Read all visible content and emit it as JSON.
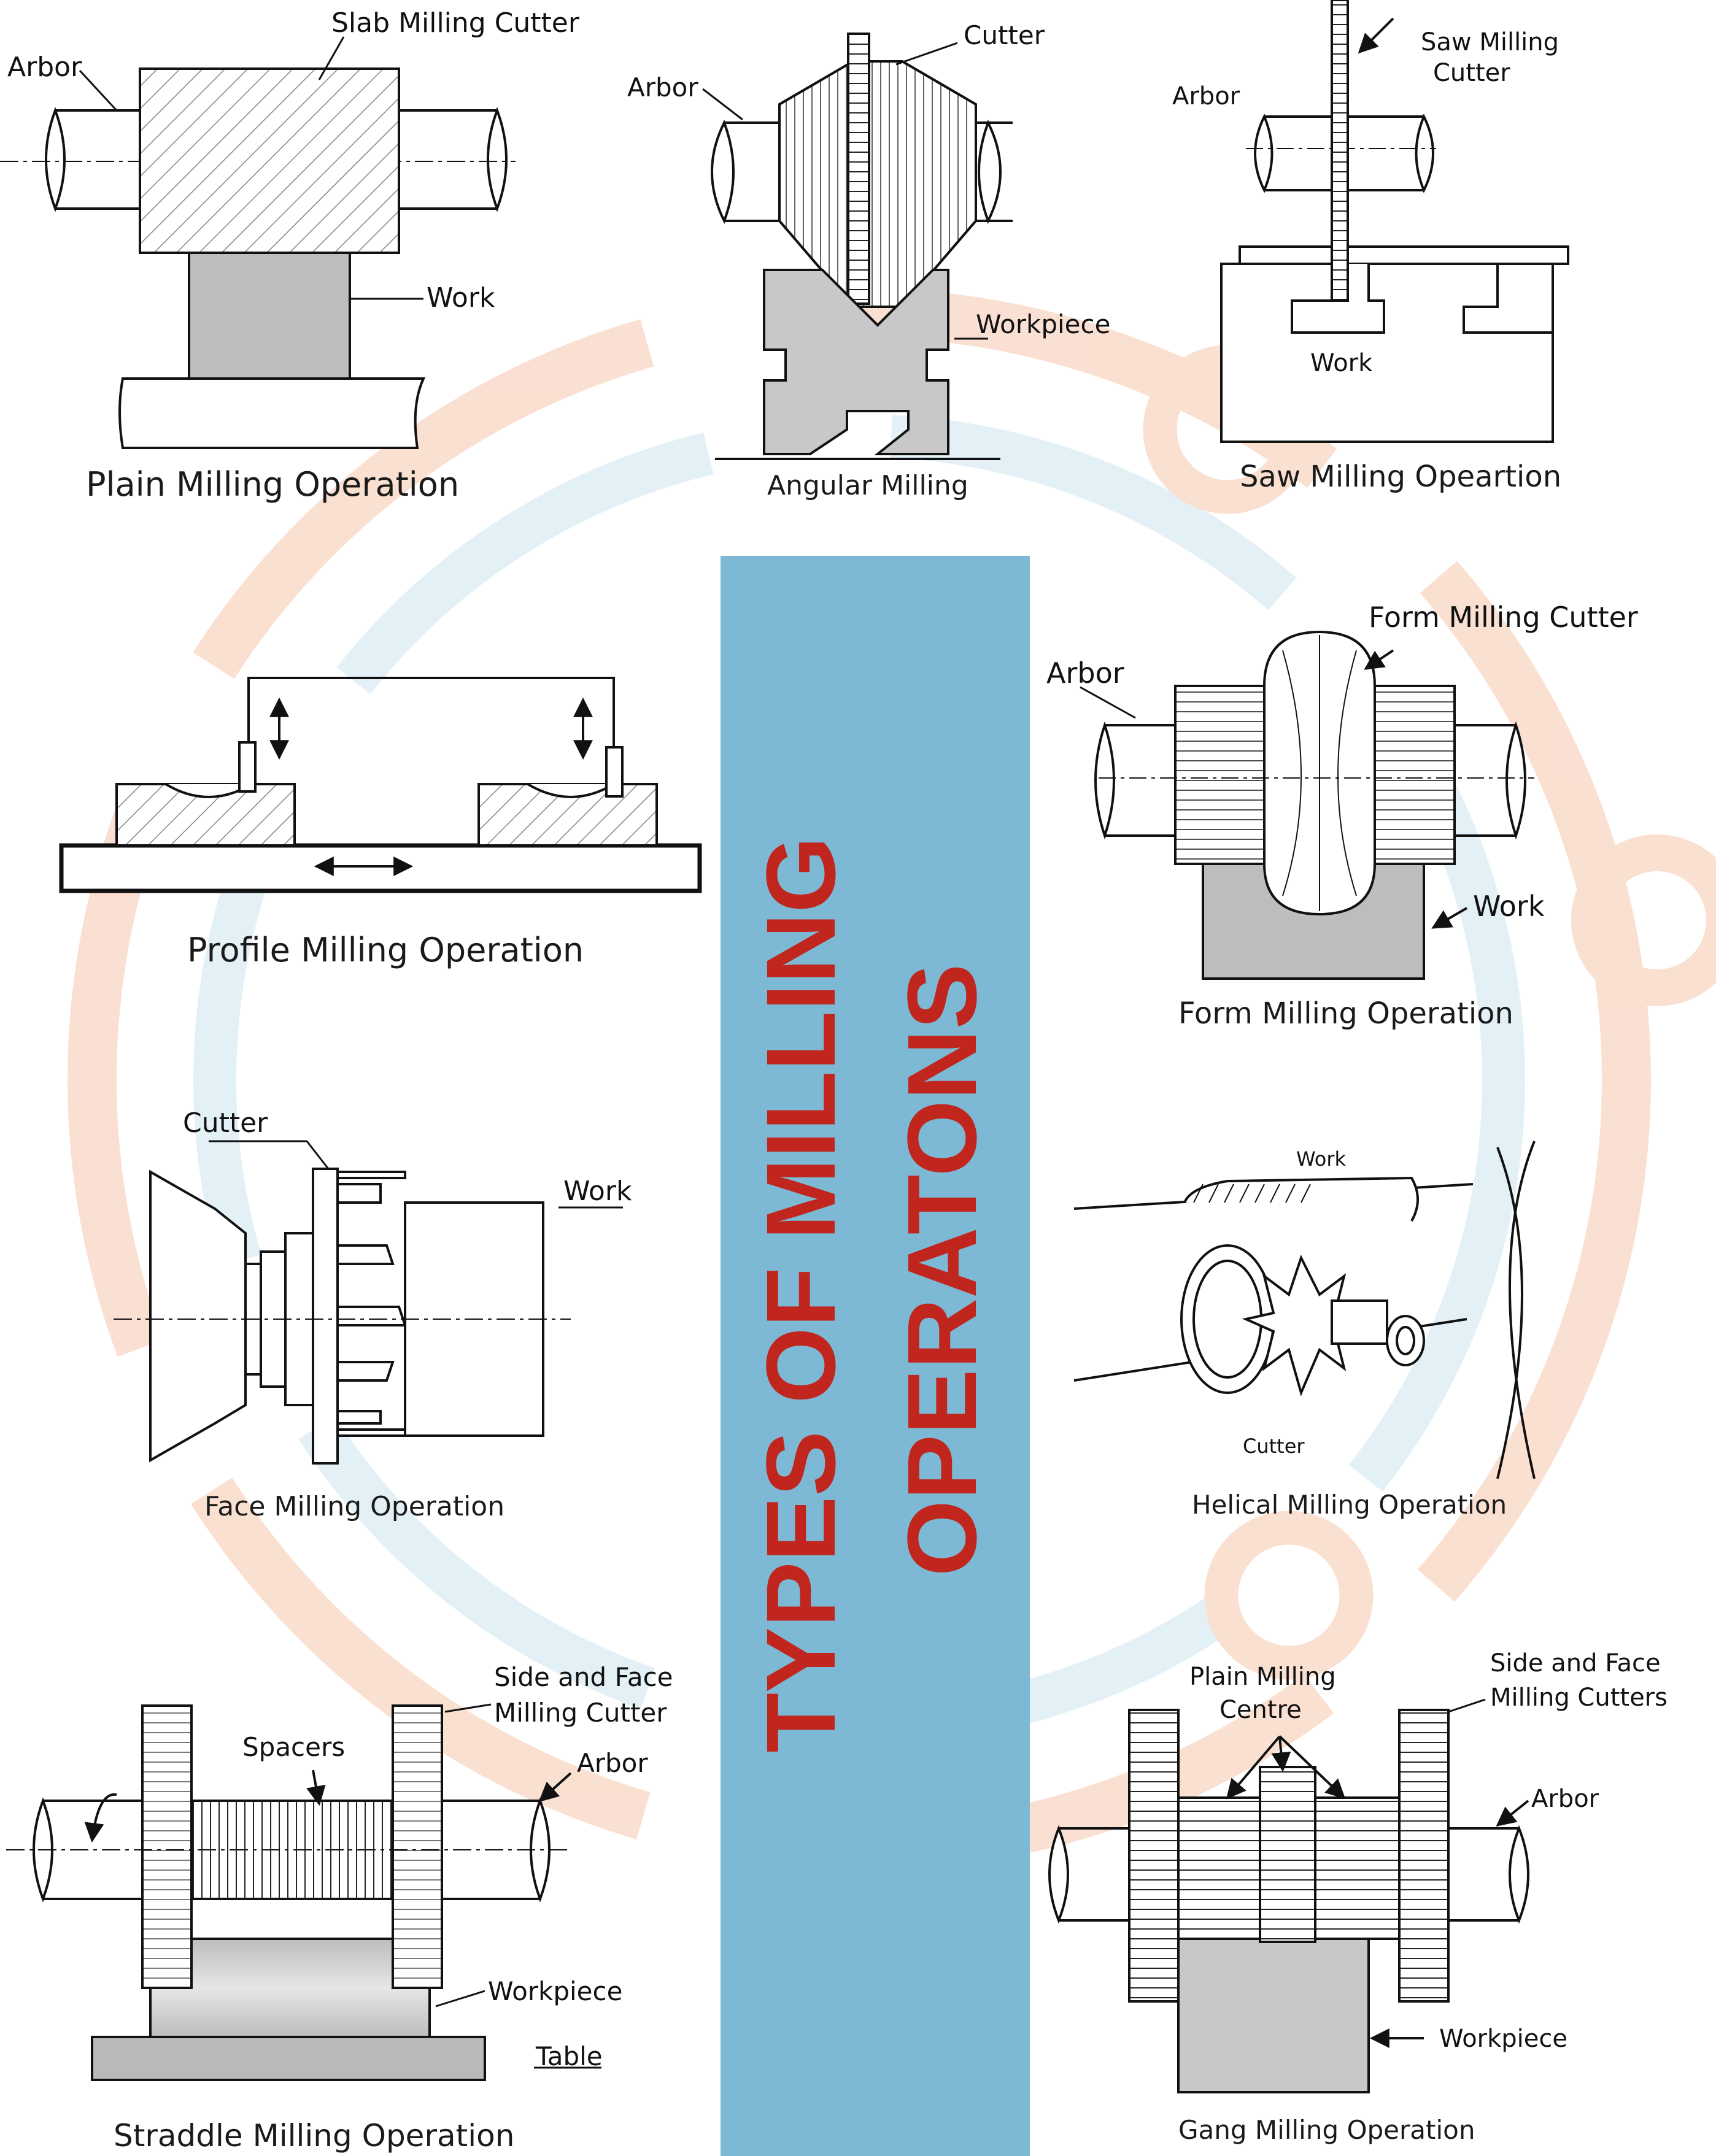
{
  "colors": {
    "band": "#7db9d4",
    "title": "#c0261e",
    "line": "#111111",
    "work_fill": "#c8c8c8",
    "watermark_orange": "#f6c7ad",
    "watermark_blue": "#cde6f1"
  },
  "title_band": {
    "line1": "TYPES OF MILLING",
    "line2": "OPERATONS"
  },
  "plain": {
    "caption": "Plain Milling Operation",
    "cutter_label": "Slab Milling Cutter",
    "arbor_label": "Arbor",
    "work_label": "Work"
  },
  "angular": {
    "caption": "Angular Milling",
    "cutter_label": "Cutter",
    "arbor_label": "Arbor",
    "workpiece_label": "Workpiece"
  },
  "saw": {
    "caption": "Saw Milling Opeartion",
    "cutter_label_1": "Saw Milling",
    "cutter_label_2": "Cutter",
    "arbor_label": "Arbor",
    "work_label": "Work"
  },
  "profile": {
    "caption": "Profile Milling Operation"
  },
  "form": {
    "caption": "Form Milling Operation",
    "cutter_label": "Form Milling Cutter",
    "arbor_label": "Arbor",
    "work_label": "Work"
  },
  "face": {
    "caption": "Face Milling Operation",
    "cutter_label": "Cutter",
    "work_label": "Work"
  },
  "helical": {
    "caption": "Helical Milling Operation",
    "work_label": "Work",
    "cutter_label": "Cutter"
  },
  "straddle": {
    "caption": "Straddle Milling Operation",
    "cutter_label_1": "Side and Face",
    "cutter_label_2": "Milling Cutter",
    "spacers_label": "Spacers",
    "arbor_label": "Arbor",
    "workpiece_label": "Workpiece",
    "table_label": "Table"
  },
  "gang": {
    "caption": "Gang Milling Operation",
    "centre_label_1": "Plain Milling",
    "centre_label_2": "Centre",
    "cutters_label_1": "Side and Face",
    "cutters_label_2": "Milling Cutters",
    "arbor_label": "Arbor",
    "workpiece_label": "Workpiece"
  }
}
